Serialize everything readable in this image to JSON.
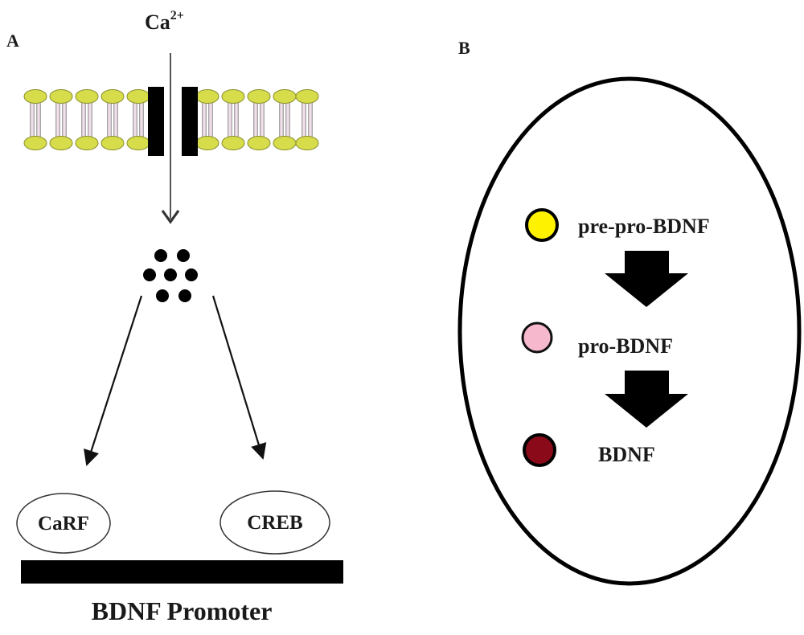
{
  "panel_a": {
    "label": "A",
    "ion": {
      "base": "Ca",
      "charge": "2+"
    },
    "factors": [
      "CaRF",
      "CREB"
    ],
    "promoter_label": "BDNF Promoter"
  },
  "panel_b": {
    "label": "B",
    "stages": [
      {
        "label": "pre-pro-BDNF",
        "color": "#FFF200"
      },
      {
        "label": "pro-BDNF",
        "color": "#F5B8CC"
      },
      {
        "label": "BDNF",
        "color": "#8B0A1A"
      }
    ]
  }
}
